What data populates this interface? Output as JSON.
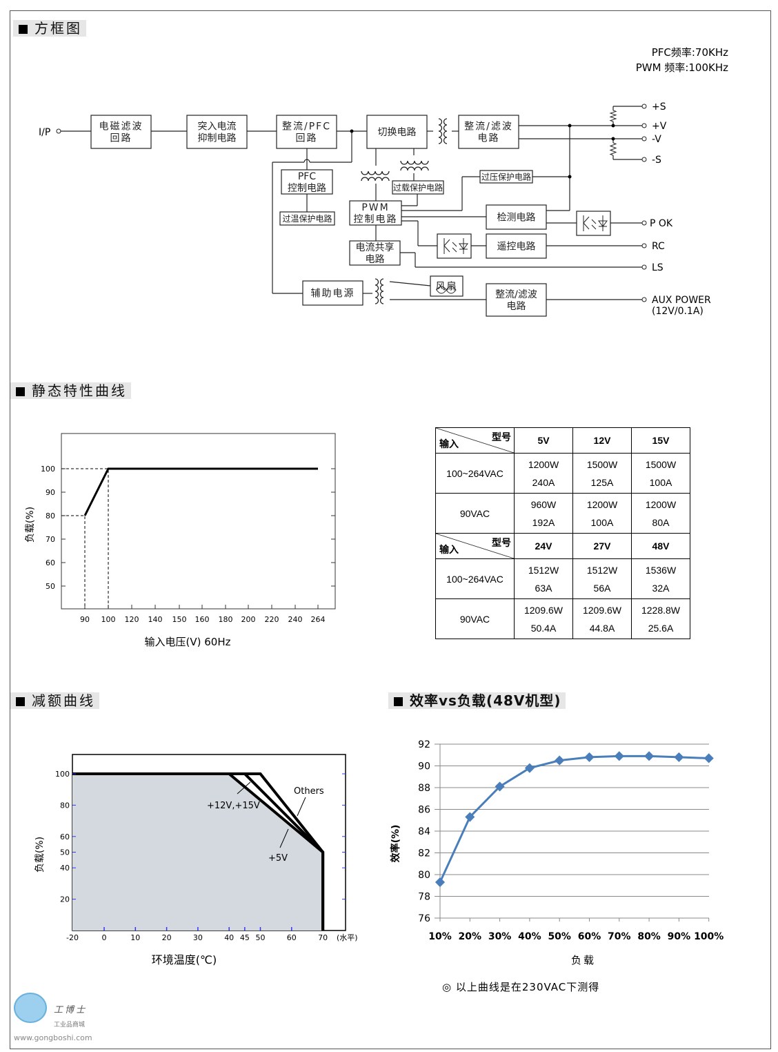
{
  "sections": {
    "block": "方框图",
    "static": "静态特性曲线",
    "derating": "减额曲线",
    "efficiency": "效率vs负载(48V机型)"
  },
  "block_diagram": {
    "freq": [
      "PFC频率:70KHz",
      "PWM 频率:100KHz"
    ],
    "input": "I/P",
    "boxes": {
      "emi": [
        "电磁滤波",
        "回路"
      ],
      "inrush": [
        "突入电流",
        "抑制电路"
      ],
      "pfc": [
        "整流/PFC",
        "回路"
      ],
      "switch": [
        "切换电路"
      ],
      "rect": [
        "整流/滤波",
        "电路"
      ],
      "pfcctl": [
        "PFC",
        "控制电路"
      ],
      "otp": [
        "过温保护电路"
      ],
      "pwm": [
        "PWM",
        "控制电路"
      ],
      "olp": [
        "过载保护电路"
      ],
      "ovp": [
        "过压保护电路"
      ],
      "detect": [
        "检测电路"
      ],
      "remote": [
        "遥控电路"
      ],
      "share": [
        "电流共享",
        "电路"
      ],
      "aux": [
        "辅助电源"
      ],
      "fan": [
        "风扇"
      ],
      "auxrect": [
        "整流/滤波",
        "电路"
      ]
    },
    "outputs": {
      "sp": "+S",
      "vp": "+V",
      "vm": "-V",
      "sm": "-S",
      "pok": "P OK",
      "rc": "RC",
      "ls": "LS",
      "aux": "AUX POWER",
      "aux2": "(12V/0.1A)"
    }
  },
  "static_chart": {
    "type": "line",
    "ylabel": "负载(%)",
    "xlabel": "输入电压(V) 60Hz",
    "x_ticks": [
      "90",
      "100",
      "120",
      "140",
      "150",
      "160",
      "180",
      "200",
      "220",
      "240",
      "264"
    ],
    "y_ticks": [
      100,
      90,
      80,
      70,
      60,
      50
    ],
    "points": [
      [
        90,
        80
      ],
      [
        100,
        100
      ],
      [
        264,
        100
      ]
    ]
  },
  "spec_table": {
    "corner_top": "型号",
    "corner_bottom": "输入",
    "groups": [
      {
        "models": [
          "5V",
          "12V",
          "15V"
        ],
        "rows": [
          {
            "input": "100~264VAC",
            "cells": [
              [
                "1200W",
                "240A"
              ],
              [
                "1500W",
                "125A"
              ],
              [
                "1500W",
                "100A"
              ]
            ]
          },
          {
            "input": "90VAC",
            "cells": [
              [
                "960W",
                "192A"
              ],
              [
                "1200W",
                "100A"
              ],
              [
                "1200W",
                "80A"
              ]
            ]
          }
        ]
      },
      {
        "models": [
          "24V",
          "27V",
          "48V"
        ],
        "rows": [
          {
            "input": "100~264VAC",
            "cells": [
              [
                "1512W",
                "63A"
              ],
              [
                "1512W",
                "56A"
              ],
              [
                "1536W",
                "32A"
              ]
            ]
          },
          {
            "input": "90VAC",
            "cells": [
              [
                "1209.6W",
                "50.4A"
              ],
              [
                "1209.6W",
                "44.8A"
              ],
              [
                "1228.8W",
                "25.6A"
              ]
            ]
          }
        ]
      }
    ]
  },
  "chart_data": [
    {
      "type": "area",
      "title": "减额曲线",
      "xlabel": "环境温度(℃)",
      "ylabel": "负载(%)",
      "x_unit": "(水平)",
      "x_ticks": [
        -20,
        0,
        10,
        20,
        30,
        40,
        45,
        50,
        60,
        70
      ],
      "y_ticks": [
        100,
        80,
        60,
        50,
        40,
        20
      ],
      "series": [
        {
          "name": "+5V",
          "points": [
            [
              -20,
              100
            ],
            [
              40,
              100
            ],
            [
              70,
              50
            ],
            [
              70,
              0
            ]
          ]
        },
        {
          "name": "+12V,+15V",
          "points": [
            [
              -20,
              100
            ],
            [
              45,
              100
            ],
            [
              70,
              50
            ],
            [
              70,
              0
            ]
          ]
        },
        {
          "name": "Others",
          "points": [
            [
              -20,
              100
            ],
            [
              50,
              100
            ],
            [
              70,
              50
            ],
            [
              70,
              0
            ]
          ]
        }
      ],
      "labels": [
        "Others",
        "+12V,+15V",
        "+5V"
      ]
    },
    {
      "type": "line",
      "title": "效率vs负载(48V机型)",
      "xlabel": "负载",
      "ylabel": "效率(%)",
      "ylim": [
        76,
        92
      ],
      "y_ticks": [
        92,
        90,
        88,
        86,
        84,
        82,
        80,
        78,
        76
      ],
      "categories": [
        "10%",
        "20%",
        "30%",
        "40%",
        "50%",
        "60%",
        "70%",
        "80%",
        "90%",
        "100%"
      ],
      "series": [
        {
          "name": "48V",
          "values": [
            79.3,
            85.3,
            88.1,
            89.8,
            90.5,
            90.8,
            90.9,
            90.9,
            90.8,
            90.7
          ],
          "color": "#4a7ebb"
        }
      ],
      "note": "◎ 以上曲线是在230VAC下测得"
    }
  ],
  "watermark": {
    "brand": "工博士",
    "sub": "工业品商城",
    "url": "www.gongboshi.com"
  }
}
